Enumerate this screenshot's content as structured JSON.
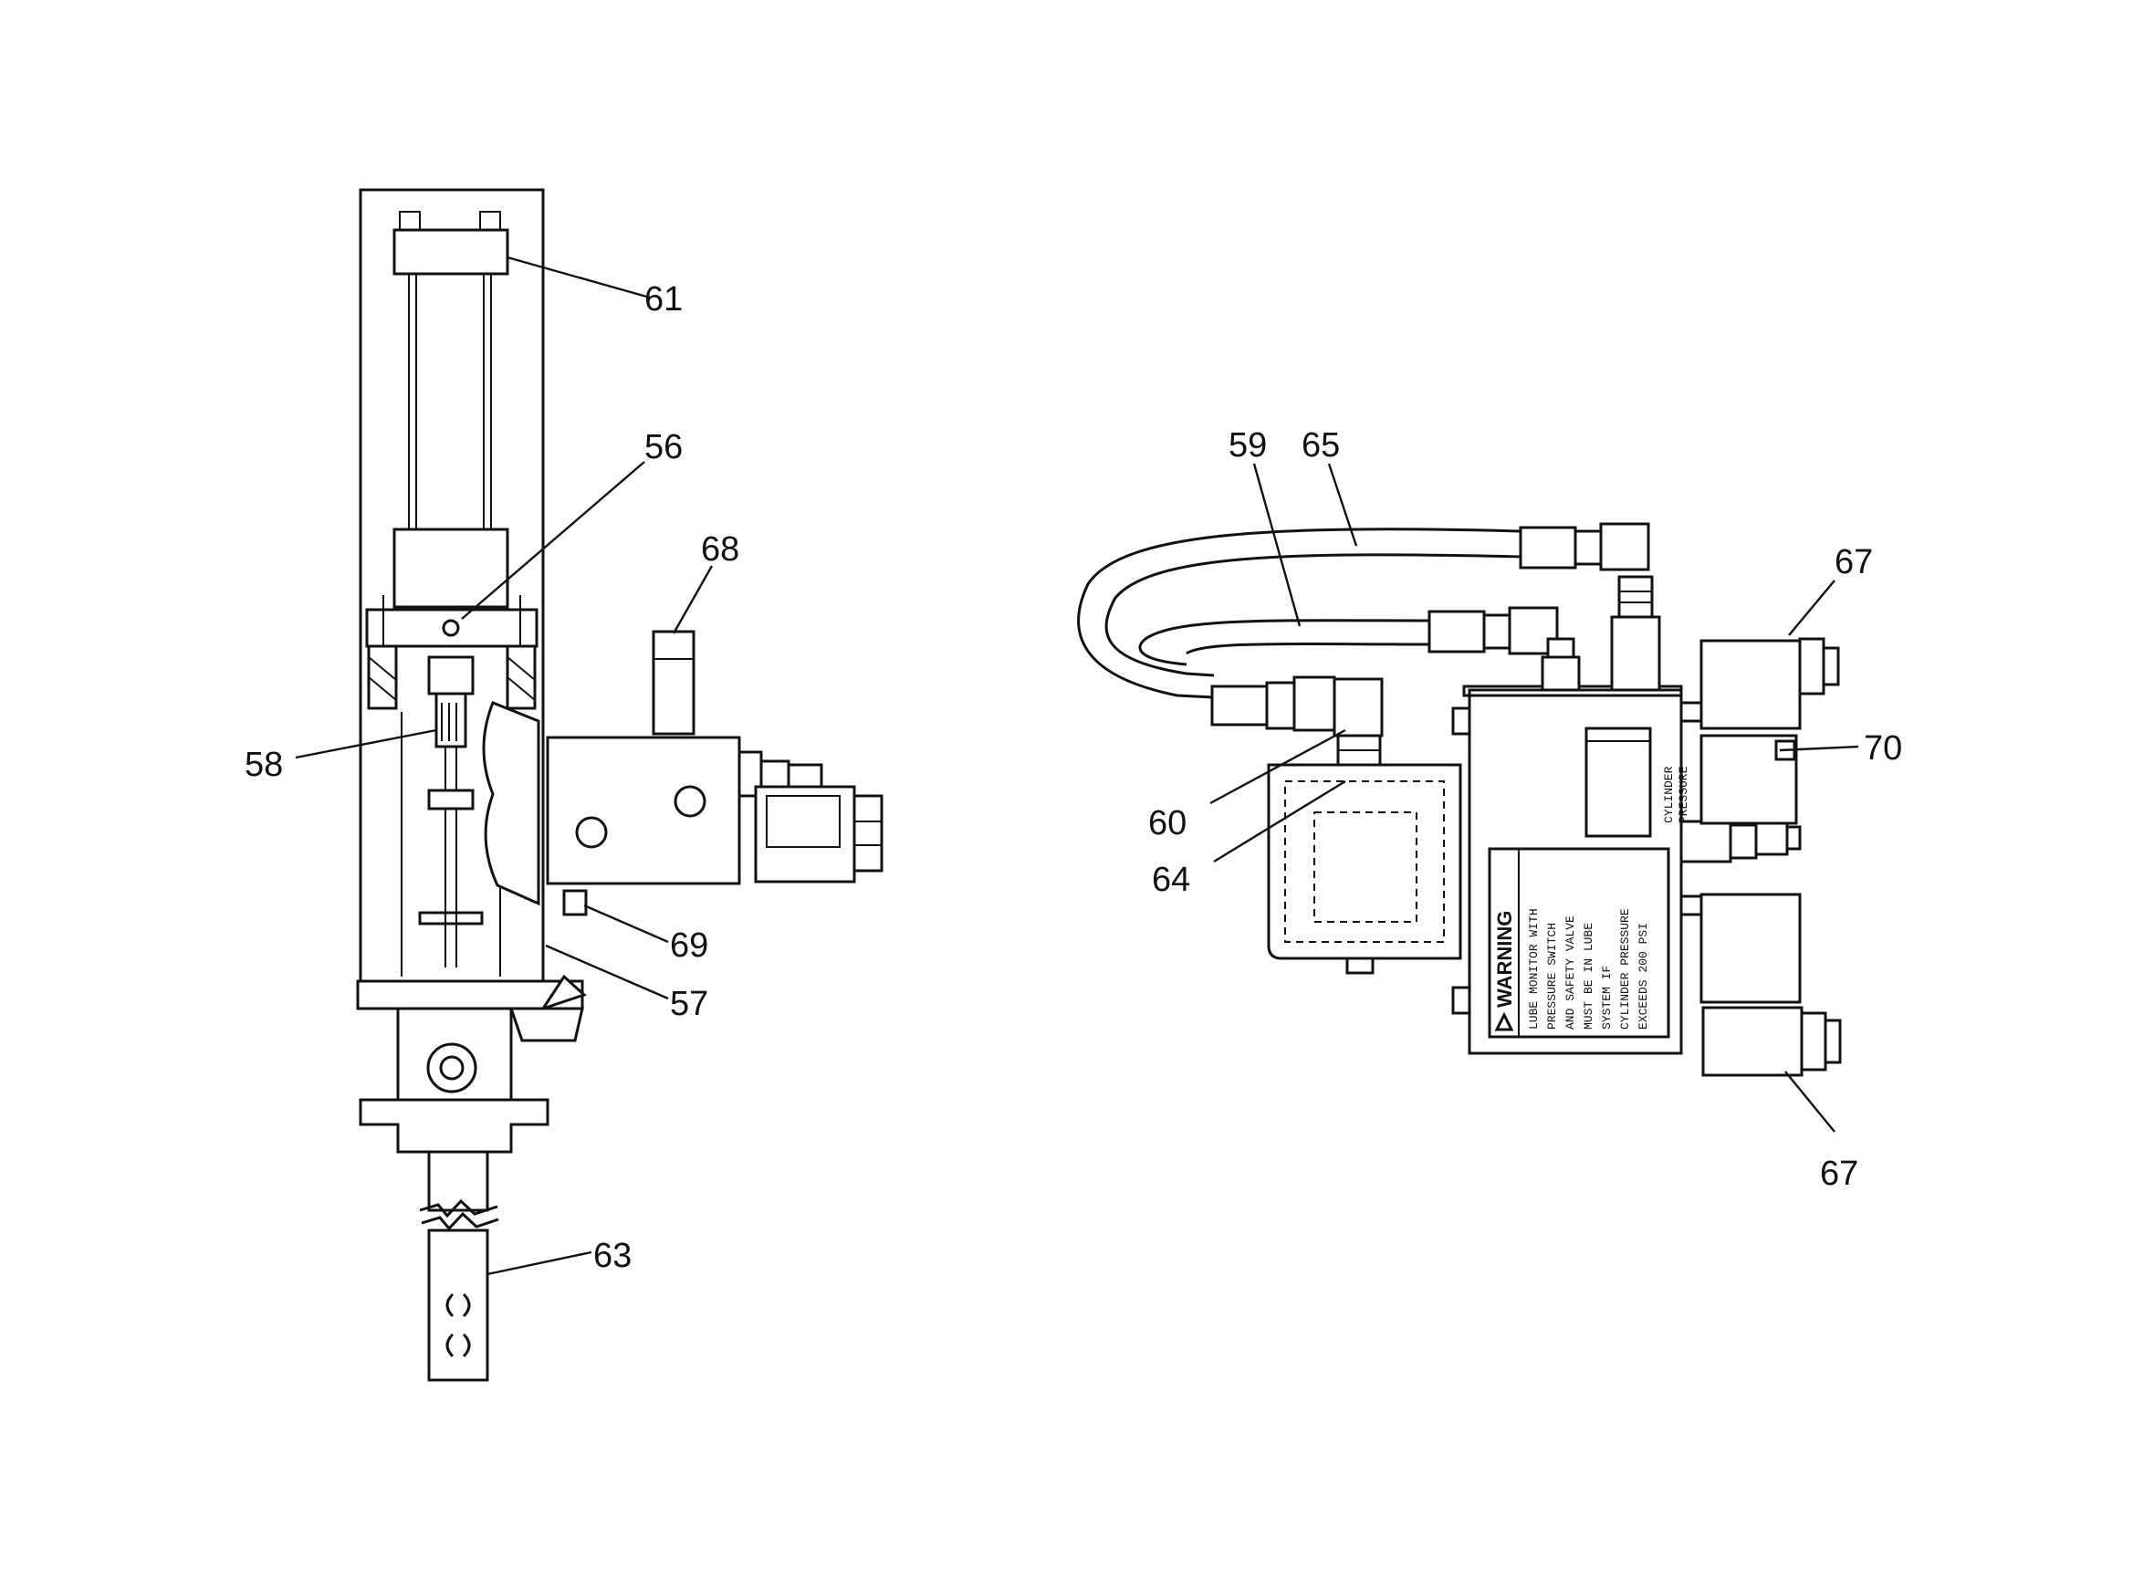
{
  "callouts": {
    "c61": "61",
    "c56": "56",
    "c58": "58",
    "c68": "68",
    "c69": "69",
    "c57": "57",
    "c63": "63",
    "c59": "59",
    "c65": "65",
    "c67_top": "67",
    "c70": "70",
    "c60": "60",
    "c64": "64",
    "c67_bottom": "67"
  },
  "warning_placard": {
    "title": "WARNING",
    "lines": [
      "LUBE MONITOR WITH",
      "PRESSURE SWITCH",
      "AND SAFETY VALVE",
      "MUST BE IN LUBE",
      "SYSTEM IF",
      "CYLINDER PRESSURE",
      "EXCEEDS 200 PSI"
    ]
  },
  "pressure_label": {
    "line1": "CYLINDER",
    "line2": "PRESSURE"
  }
}
